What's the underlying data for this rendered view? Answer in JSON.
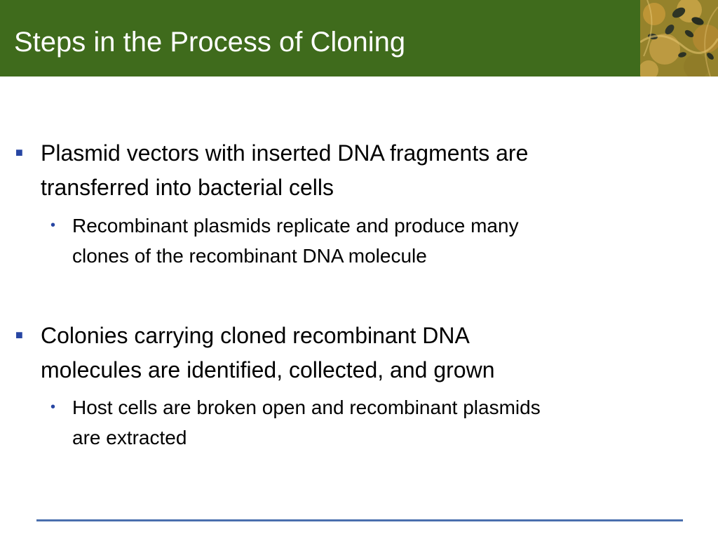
{
  "slide": {
    "title": "Steps in the Process of Cloning",
    "header_color": "#3f6b1c",
    "bullet_color": "#2746a3",
    "rule_color": "#4a6fae"
  },
  "bullets": [
    {
      "text_line1": "Plasmid vectors with inserted DNA fragments are",
      "text_line2": "transferred into bacterial cells",
      "sub": {
        "text_line1": "Recombinant plasmids replicate and produce many",
        "text_line2": "clones of the recombinant DNA molecule"
      }
    },
    {
      "text_line1": "Colonies carrying cloned recombinant DNA",
      "text_line2": "molecules are identified, collected, and grown",
      "sub": {
        "text_line1": "Host cells are broken open and recombinant plasmids",
        "text_line2": "are extracted"
      }
    }
  ],
  "icons": {
    "bullet_level1": "square-bullet-icon",
    "bullet_level2": "round-bullet-icon",
    "header_image": "bacteria-colony-photo"
  }
}
